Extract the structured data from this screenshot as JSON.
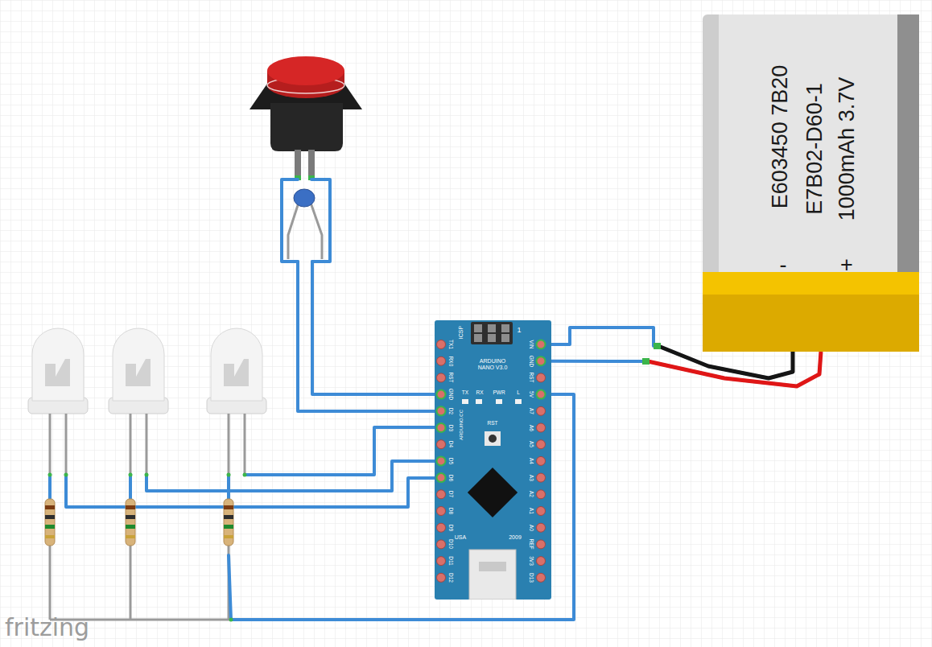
{
  "diagram": {
    "nodes": [
      {
        "text": [
          "E603450 7B20",
          "E7B02-D60-1",
          "1000mAh 3.7V",
          "-",
          "+"
        ]
      },
      {
        "text": [
          "ICSP",
          "1",
          "ARDUINO NANO V3.0",
          "TX",
          "RX",
          "PWR",
          "L",
          "RST",
          "ARDUINO.CC",
          "USA",
          "2009",
          "TX1",
          "RX0",
          "RST",
          "GND",
          "D2",
          "D3",
          "D4",
          "D5",
          "D6",
          "D7",
          "D8",
          "D9",
          "D10",
          "D11",
          "D12",
          "VIN",
          "GND",
          "RST",
          "5V",
          "A7",
          "A6",
          "A5",
          "A4",
          "A3",
          "A2",
          "A1",
          "A0",
          "REF",
          "3V3",
          "D13"
        ]
      }
    ],
    "edges": [
      {
        "from": 0,
        "to": 1,
        "arrow": "none"
      },
      {
        "from": 0,
        "to": 1,
        "arrow": "none"
      }
    ],
    "labels": [
      "fritzing"
    ]
  }
}
